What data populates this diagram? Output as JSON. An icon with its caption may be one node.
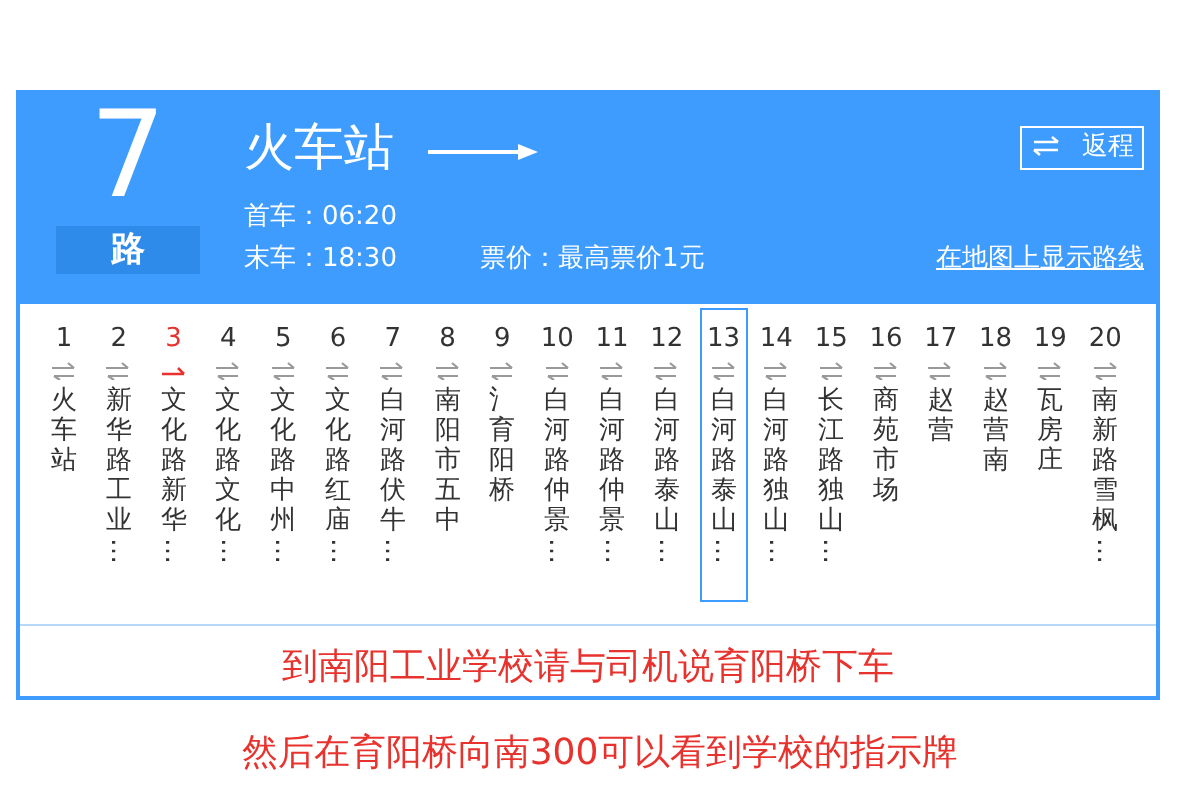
{
  "diagram": {
    "caption": "然后在育阳桥向南300可以看到学校的指示牌",
    "nodes": [
      {
        "text": [
          "7",
          "路",
          "火车站",
          "首车：06:20",
          "末车：18:30",
          "票价：最高票价1元",
          "返程",
          "在地图上显示路线"
        ]
      },
      {
        "text": [],
        "shape": "box"
      },
      {
        "text": [
          "1",
          "火车站"
        ],
        "in": 1
      },
      {
        "text": [
          "2",
          "新华路工业…"
        ],
        "in": 1
      },
      {
        "text": [
          "3",
          "文化路新华…"
        ],
        "in": 1
      },
      {
        "text": [
          "4",
          "文化路文化…"
        ],
        "in": 1
      },
      {
        "text": [
          "5",
          "文化路中州…"
        ],
        "in": 1
      },
      {
        "text": [
          "6",
          "文化路红庙…"
        ],
        "in": 1
      },
      {
        "text": [
          "7",
          "白河路伏牛…"
        ],
        "in": 1
      },
      {
        "text": [
          "8",
          "南阳市五中"
        ],
        "in": 1
      },
      {
        "text": [
          "9",
          "氵育阳桥"
        ],
        "in": 1
      },
      {
        "text": [
          "10",
          "白河路仲景…"
        ],
        "in": 1
      },
      {
        "text": [
          "11",
          "白河路仲景…"
        ],
        "in": 1
      },
      {
        "text": [
          "12",
          "白河路泰山…"
        ],
        "in": 1
      },
      {
        "text": [
          "13",
          "白河路泰山…"
        ],
        "in": 1
      },
      {
        "text": [
          "14",
          "白河路独山…"
        ],
        "in": 1
      },
      {
        "text": [
          "15",
          "长江路独山…"
        ],
        "in": 1
      },
      {
        "text": [
          "16",
          "商苑市场"
        ],
        "in": 1
      },
      {
        "text": [
          "17",
          "赵营"
        ],
        "in": 1
      },
      {
        "text": [
          "18",
          "赵营南"
        ],
        "in": 1
      },
      {
        "text": [
          "19",
          "瓦房庄"
        ],
        "in": 1
      },
      {
        "text": [
          "20",
          "南新路雪枫…"
        ],
        "in": 1
      },
      {
        "text": [
          "到南阳工业学校请与司机说育阳桥下车"
        ],
        "in": 1
      }
    ]
  }
}
